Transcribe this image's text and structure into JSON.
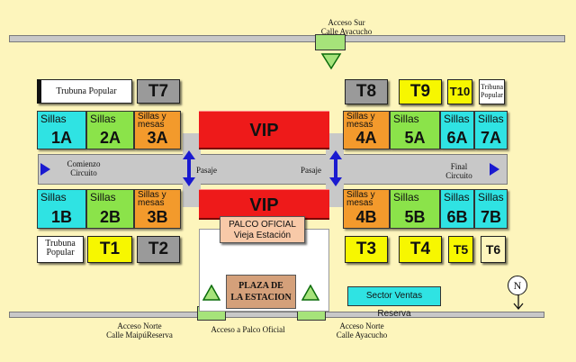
{
  "access": {
    "sur_line1": "Acceso Sur",
    "sur_line2": "Calle Ayacucho",
    "norte_left_line1": "Acceso Norte",
    "norte_left_line2": "Calle MaipúReserva",
    "palco": "Acceso a Palco Oficial",
    "norte_right_line1": "Acceso Norte",
    "norte_right_line2": "Calle Ayacucho"
  },
  "left_top": {
    "tribuna": "Trubuna Popular",
    "t7": "T7",
    "seats": [
      {
        "top": "Sillas",
        "big": "1A",
        "color": "#2fe3e3"
      },
      {
        "top": "Sillas",
        "big": "2A",
        "color": "#8be34a"
      },
      {
        "top": "Sillas y mesas",
        "big": "3A",
        "color": "#f39a2c"
      }
    ]
  },
  "left_bottom": {
    "seats": [
      {
        "top": "Sillas",
        "big": "1B",
        "color": "#2fe3e3"
      },
      {
        "top": "Sillas",
        "big": "2B",
        "color": "#8be34a"
      },
      {
        "top": "Sillas y mesas",
        "big": "3B",
        "color": "#f39a2c"
      }
    ],
    "tribuna": "Trubuna Popular",
    "t1": "T1",
    "t2": "T2"
  },
  "right_top": {
    "t8": "T8",
    "t9": "T9",
    "t10": "T10",
    "tribuna": "Tribuna Popular",
    "seats": [
      {
        "top": "Sillas y mesas",
        "big": "4A",
        "color": "#f39a2c"
      },
      {
        "top": "Sillas",
        "big": "5A",
        "color": "#8be34a"
      },
      {
        "top": "Sillas",
        "big": "6A",
        "color": "#2fe3e3"
      },
      {
        "top": "Sillas",
        "big": "7A",
        "color": "#2fe3e3"
      }
    ]
  },
  "right_bottom": {
    "seats": [
      {
        "top": "Sillas y mesas",
        "big": "4B",
        "color": "#f39a2c"
      },
      {
        "top": "Sillas",
        "big": "5B",
        "color": "#8be34a"
      },
      {
        "top": "Sillas",
        "big": "6B",
        "color": "#2fe3e3"
      },
      {
        "top": "Sillas",
        "big": "7B",
        "color": "#2fe3e3"
      }
    ],
    "t3": "T3",
    "t4": "T4",
    "t5": "T5",
    "t6": "T6"
  },
  "vip_top": "VIP",
  "vip_bottom": "VIP",
  "circuit": {
    "start_line1": "Comienzo",
    "start_line2": "Circuito",
    "end_line1": "Final",
    "end_line2": "Circuito",
    "pasaje_left": "Pasaje",
    "pasaje_right": "Pasaje"
  },
  "palco": {
    "line1": "PALCO OFICIAL",
    "line2": "Vieja Estación"
  },
  "plaza": {
    "line1": "PLAZA DE",
    "line2": "LA ESTACION"
  },
  "ventas": "Sector Ventas Reserva",
  "north": "N",
  "colors": {
    "background": "#fdf5bc",
    "cyan": "#2fe3e3",
    "green": "#8be34a",
    "orange": "#f39a2c",
    "yellow": "#f7f700",
    "gray": "#9a9a9a",
    "vip_red": "#ee1a1a"
  }
}
